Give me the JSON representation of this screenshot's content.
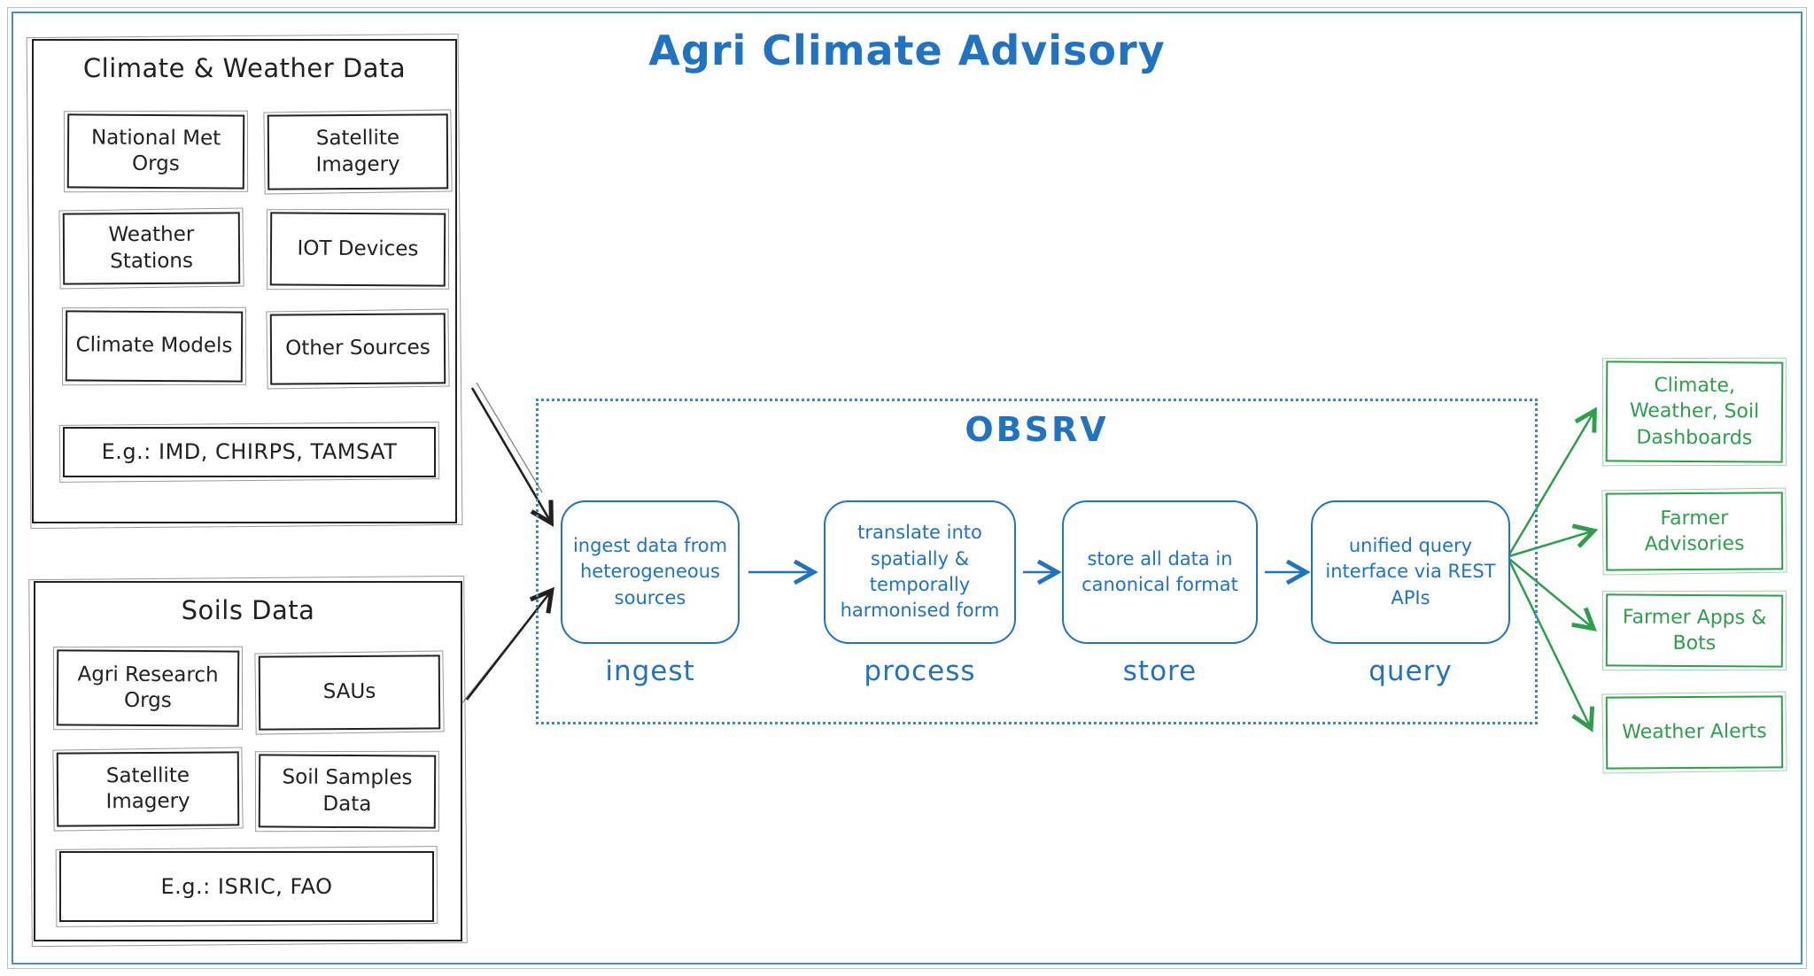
{
  "title": "Agri Climate Advisory",
  "colors": {
    "blue": "#2073c2",
    "green": "#2e9e4c",
    "ink": "#212121"
  },
  "sources": {
    "climate": {
      "title": "Climate & Weather Data",
      "items": [
        "National Met Orgs",
        "Satellite Imagery",
        "Weather Stations",
        "IOT Devices",
        "Climate Models",
        "Other Sources"
      ],
      "example": "E.g.: IMD, CHIRPS, TAMSAT"
    },
    "soils": {
      "title": "Soils Data",
      "items": [
        "Agri Research Orgs",
        "SAUs",
        "Satellite Imagery",
        "Soil Samples Data"
      ],
      "example": "E.g.: ISRIC, FAO"
    }
  },
  "pipeline": {
    "title": "OBSRV",
    "stages": [
      {
        "text": "ingest data from heterogeneous sources",
        "label": "ingest"
      },
      {
        "text": "translate into spatially & temporally harmonised form",
        "label": "process"
      },
      {
        "text": "store all data in canonical format",
        "label": "store"
      },
      {
        "text": "unified query interface via REST APIs",
        "label": "query"
      }
    ]
  },
  "outputs": [
    "Climate, Weather, Soil Dashboards",
    "Farmer Advisories",
    "Farmer Apps & Bots",
    "Weather Alerts"
  ]
}
